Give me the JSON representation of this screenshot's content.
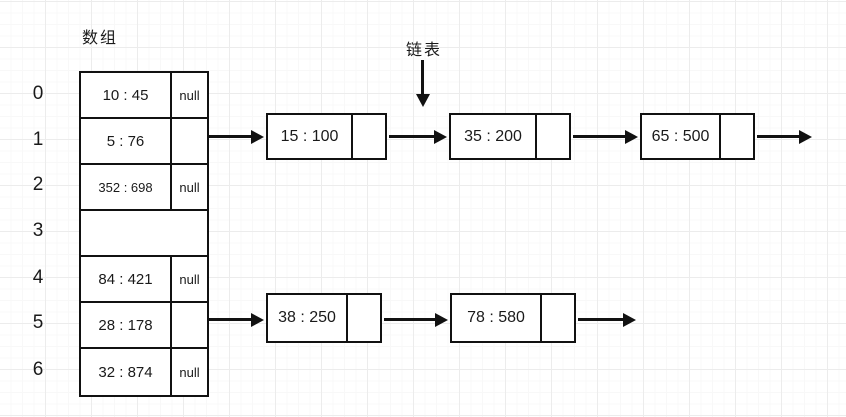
{
  "labels": {
    "array_label": "数组",
    "linked_list_label": "链表"
  },
  "hash_table": {
    "rows": [
      {
        "index": "0",
        "entry": "10 : 45",
        "next": "null"
      },
      {
        "index": "1",
        "entry": "5 : 76",
        "next": ""
      },
      {
        "index": "2",
        "entry": "352 : 698",
        "next": "null"
      },
      {
        "index": "3",
        "entry": "",
        "next": ""
      },
      {
        "index": "4",
        "entry": "84 : 421",
        "next": "null"
      },
      {
        "index": "5",
        "entry": "28 : 178",
        "next": ""
      },
      {
        "index": "6",
        "entry": "32 : 874",
        "next": "null"
      }
    ],
    "chains": {
      "row1": [
        "15 : 100",
        "35 : 200",
        "65 : 500"
      ],
      "row5": [
        "38 : 250",
        "78 : 580"
      ]
    }
  }
}
